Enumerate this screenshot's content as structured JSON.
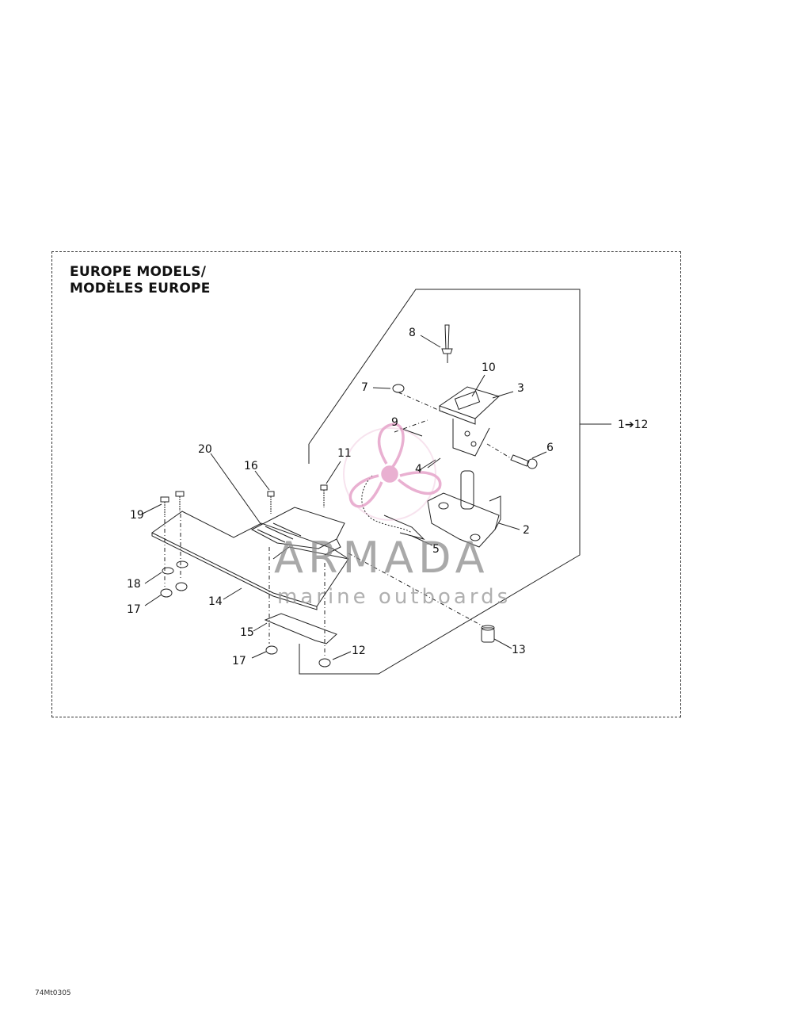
{
  "diagram": {
    "title_line1": "EUROPE MODELS/",
    "title_line2": "MODÈLES EUROPE",
    "callouts": {
      "c1_12": "1➔12",
      "c2": "2",
      "c3": "3",
      "c4": "4",
      "c5": "5",
      "c6": "6",
      "c7": "7",
      "c8": "8",
      "c9": "9",
      "c10": "10",
      "c11": "11",
      "c12": "12",
      "c13": "13",
      "c14": "14",
      "c15": "15",
      "c16": "16",
      "c17a": "17",
      "c17b": "17",
      "c18": "18",
      "c19": "19",
      "c20": "20"
    },
    "footer_code": "74Mt0305"
  },
  "watermark": {
    "brand": "ARMADA",
    "tagline": "marine outboards",
    "logo_color": "#e8a0c8"
  }
}
